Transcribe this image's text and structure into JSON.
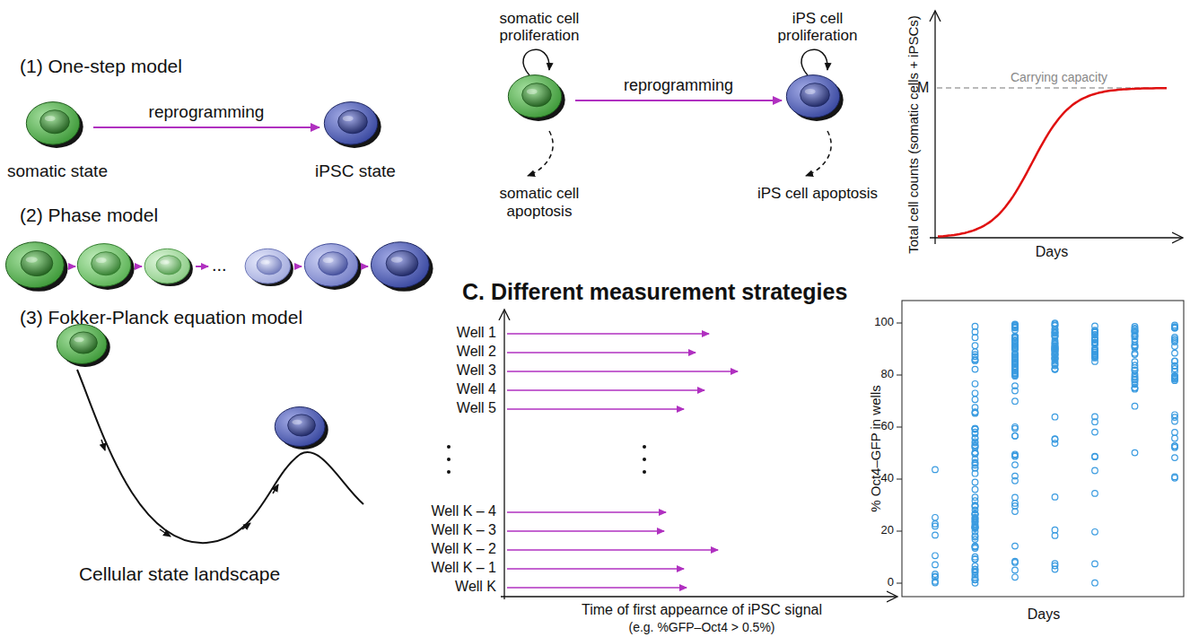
{
  "diagram": {
    "nodes": [
      {
        "text": [
          "somatic state"
        ]
      },
      {
        "text": [
          "iPSC state"
        ]
      },
      {
        "text": [
          "somatic cell proliferation",
          "somatic cell apoptosis"
        ]
      },
      {
        "text": [
          "iPS cell proliferation",
          "iPS cell apoptosis"
        ]
      }
    ],
    "edges": [
      {
        "from": 0,
        "to": 1,
        "arrow": "to",
        "label": "reprogramming"
      },
      {
        "from": 2,
        "to": 3,
        "arrow": "to",
        "label": "reprogramming"
      }
    ],
    "labels": [
      "(1) One-step model",
      "(2) Phase model",
      "...",
      "(3) Fokker-Planck equation model",
      "Cellular state landscape",
      "Carrying capacity",
      "M",
      "Total cell counts (somatic cells + iPSCs)",
      "Days",
      "C. Different measurement strategies",
      "Well 1",
      "Well 2",
      "Well 3",
      "Well 4",
      "Well 5",
      "Well K – 4",
      "Well K – 3",
      "Well K – 2",
      "Well K – 1",
      "Well K",
      "Time of first appearnce of iPSC signal",
      "(e.g. %GFP–Oct4 > 0.5%)",
      "% Oct4–GFP in wells",
      "0",
      "20",
      "40",
      "60",
      "80",
      "100",
      "Days"
    ]
  }
}
